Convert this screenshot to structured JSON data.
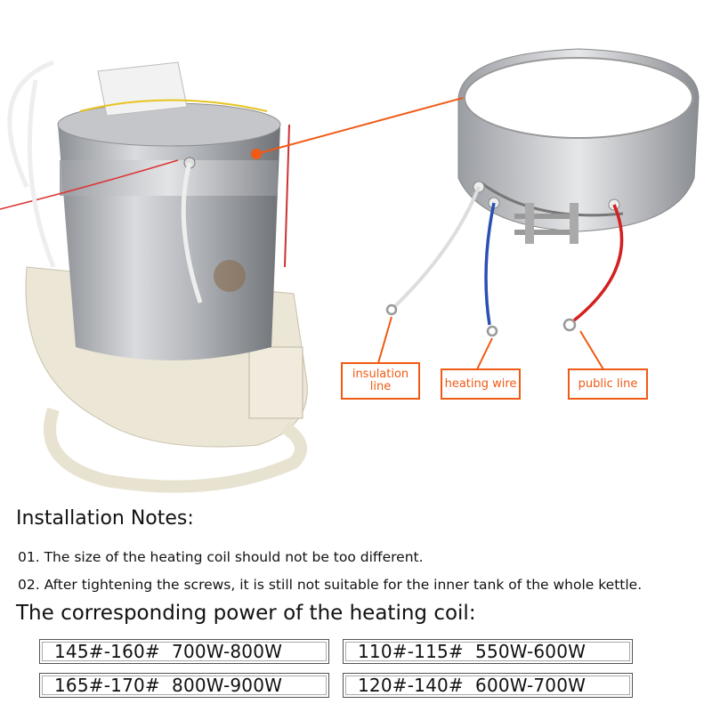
{
  "labels": {
    "insulation_line": "insulation line",
    "heating_wire": "heating wire",
    "public_line": "public line"
  },
  "notes": {
    "title": "Installation Notes:",
    "items": [
      "01. The size of the heating coil should not be too different.",
      "02. After tightening the screws, it is still not suitable for the inner tank of the whole kettle."
    ]
  },
  "power": {
    "title": "The corresponding power of the heating coil:",
    "rows": [
      {
        "size": "145#-160#",
        "power": "700W-800W"
      },
      {
        "size": "110#-115#",
        "power": "550W-600W"
      },
      {
        "size": "165#-170#",
        "power": "800W-900W"
      },
      {
        "size": "120#-140#",
        "power": "600W-700W"
      }
    ]
  },
  "colors": {
    "accent": "#f05a14"
  }
}
